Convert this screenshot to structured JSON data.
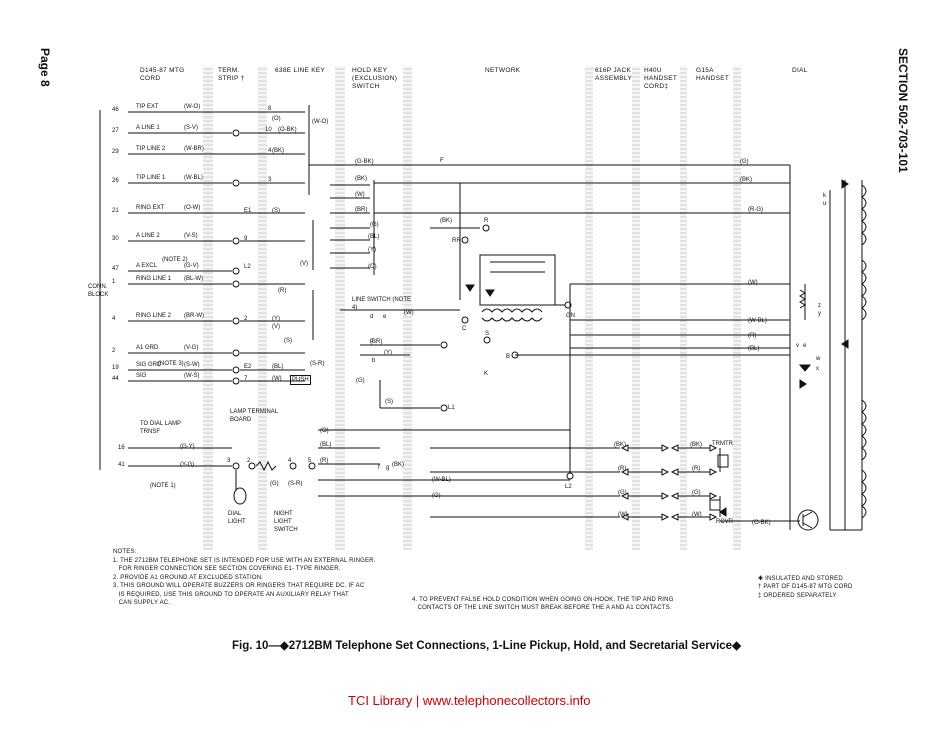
{
  "page": {
    "page_label": "Page 8",
    "section_label": "SECTION 502-703-101"
  },
  "columns": [
    "D145-87 MTG CORD",
    "TERM. STRIP †",
    "638E LINE KEY",
    "HOLD KEY (EXCLUSION) SWITCH",
    "NETWORK",
    "616P JACK ASSEMBLY",
    "H40U HANDSET CORD‡",
    "G15A HANDSET",
    "DIAL"
  ],
  "conn_block_label": "CONN. BLOCK",
  "conn_block_rows": [
    {
      "pin": "46",
      "name": "TIP EXT",
      "color": "(W-O)"
    },
    {
      "pin": "27",
      "name": "A LINE 1",
      "color": "(S-V)"
    },
    {
      "pin": "29",
      "name": "TIP LINE 2",
      "color": "(W-BR)"
    },
    {
      "pin": "26",
      "name": "TIP LINE 1",
      "color": "(W-BL)"
    },
    {
      "pin": "21",
      "name": "RING EXT",
      "color": "(O-W)"
    },
    {
      "pin": "30",
      "name": "A LINE 2",
      "color": "(V-S)"
    },
    {
      "pin": "47",
      "name": "A EXCL",
      "color": "(G-V)"
    },
    {
      "pin": "1",
      "name": "RING LINE 1",
      "color": "(BL-W)"
    },
    {
      "pin": "4",
      "name": "RING LINE 2",
      "color": "(BR-W)"
    },
    {
      "pin": "2",
      "name": "A1 GRD",
      "color": "(V-G)"
    },
    {
      "pin": "19",
      "name": "SIG GRD",
      "color": "(S-W)"
    },
    {
      "pin": "44",
      "name": "SIG",
      "color": "(W-S)"
    }
  ],
  "inline_labels": {
    "note2": "(NOTE 2)",
    "note3": "(NOTE 3)",
    "note1": "(NOTE 1)",
    "to_dial_lamp": "TO DIAL LAMP TRNSF",
    "pin16": "16",
    "pin41": "41",
    "gy": "(G-Y)",
    "yg": "(Y-G)",
    "lamp_terminal_board": "LAMP TERMINAL BOARD",
    "line_switch": "LINE SWITCH (NOTE 4)",
    "dial_light": "DIAL LIGHT",
    "night_light_switch": "NIGHT LIGHT SWITCH",
    "push": "PUSH",
    "trmtr": "TRMTR",
    "rcvr": "RCVR",
    "gn": "GN",
    "l1": "L1",
    "l2": "L2"
  },
  "notes_heading": "NOTES:",
  "notes": [
    "1. THE 2712BM TELEPHONE SET IS INTENDED FOR USE WITH AN EXTERNAL RINGER.",
    "   FOR RINGER CONNECTION SEE SECTION COVERING E1- TYPE RINGER.",
    "2. PROVIDE A1 GROUND AT EXCLUDED STATION.",
    "3. THIS GROUND WILL OPERATE BUZZERS OR RINGERS THAT REQUIRE DC. IF AC",
    "   IS REQUIRED, USE THIS GROUND TO OPERATE AN AUXILIARY RELAY THAT",
    "   CAN SUPPLY AC."
  ],
  "note4": [
    "4. TO PREVENT FALSE HOLD CONDITION WHEN GOING ON-HOOK, THE TIP AND RING",
    "   CONTACTS OF THE LINE SWITCH MUST BREAK BEFORE THE A AND A1 CONTACTS."
  ],
  "legend": [
    "✱ INSULATED AND STORED",
    "† PART OF D145-87 MTG CORD",
    "‡ ORDERED SEPARATELY"
  ],
  "caption": "Fig. 10—◆2712BM Telephone Set Connections, 1-Line Pickup, Hold, and Secretarial Service◆",
  "footer": "TCI Library | www.telephonecollectors.info"
}
